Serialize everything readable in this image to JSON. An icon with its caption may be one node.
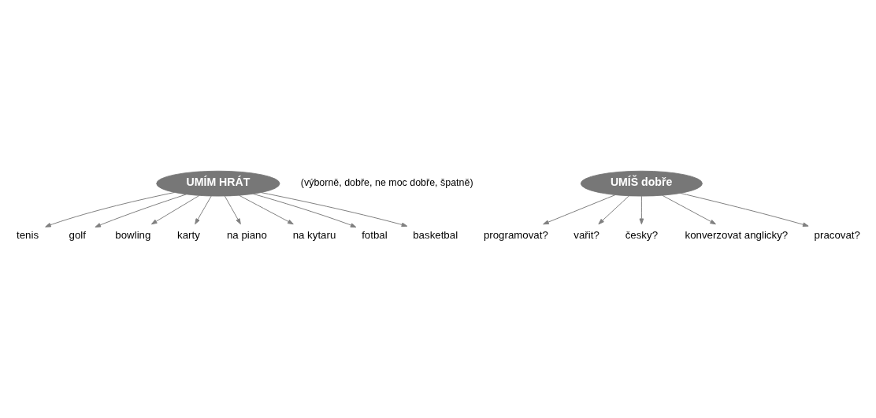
{
  "diagram": {
    "nodes": [
      {
        "text": [
          "UMÍM HRÁT"
        ],
        "beside": [
          "(výborně, dobře, ne moc dobře, špatně)"
        ]
      },
      {
        "text": [
          "tenis"
        ]
      },
      {
        "text": [
          "golf"
        ]
      },
      {
        "text": [
          "bowling"
        ]
      },
      {
        "text": [
          "karty"
        ]
      },
      {
        "text": [
          "na piano"
        ]
      },
      {
        "text": [
          "na kytaru"
        ]
      },
      {
        "text": [
          "fotbal"
        ]
      },
      {
        "text": [
          "basketbal"
        ]
      },
      {
        "text": [
          "UMÍŠ dobře"
        ]
      },
      {
        "text": [
          "programovat?"
        ]
      },
      {
        "text": [
          "vařit?"
        ]
      },
      {
        "text": [
          "česky?"
        ]
      },
      {
        "text": [
          "konverzovat anglicky?"
        ]
      },
      {
        "text": [
          "pracovat?"
        ]
      }
    ],
    "edges": [
      {
        "from": 0,
        "to": 1,
        "arrow": "to"
      },
      {
        "from": 0,
        "to": 2,
        "arrow": "to"
      },
      {
        "from": 0,
        "to": 3,
        "arrow": "to"
      },
      {
        "from": 0,
        "to": 4,
        "arrow": "to"
      },
      {
        "from": 0,
        "to": 5,
        "arrow": "to"
      },
      {
        "from": 0,
        "to": 6,
        "arrow": "to"
      },
      {
        "from": 0,
        "to": 7,
        "arrow": "to"
      },
      {
        "from": 0,
        "to": 8,
        "arrow": "to"
      },
      {
        "from": 9,
        "to": 10,
        "arrow": "to"
      },
      {
        "from": 9,
        "to": 11,
        "arrow": "to"
      },
      {
        "from": 9,
        "to": 12,
        "arrow": "to"
      },
      {
        "from": 9,
        "to": 13,
        "arrow": "to"
      },
      {
        "from": 9,
        "to": 14,
        "arrow": "to"
      }
    ]
  }
}
